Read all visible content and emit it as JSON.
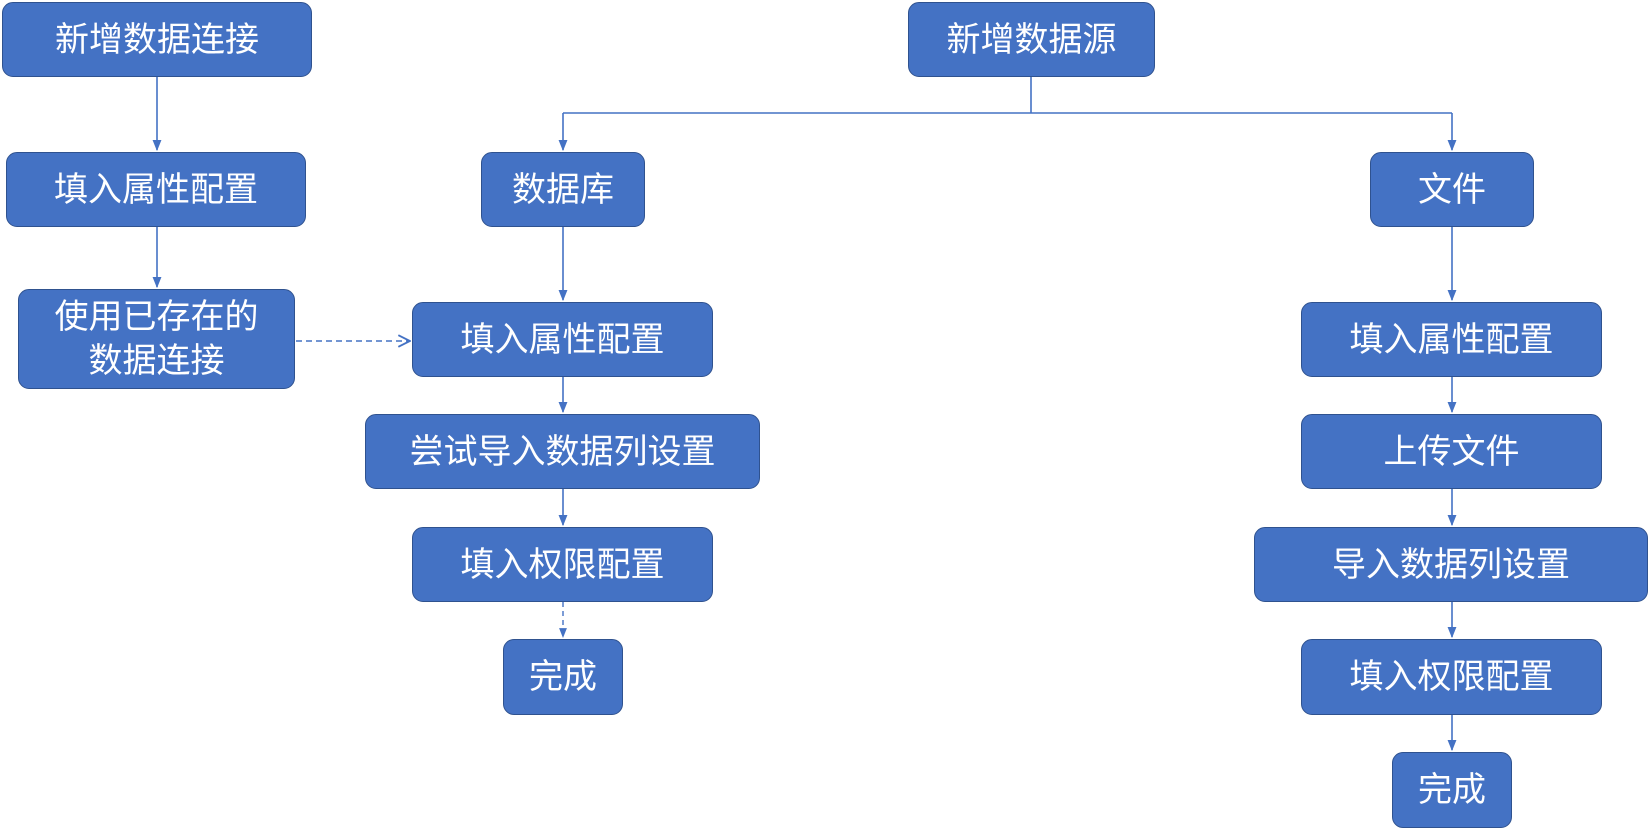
{
  "colors": {
    "node_fill": "#4472c4",
    "node_border": "#2f528f",
    "node_text": "#ffffff",
    "connector": "#4472c4"
  },
  "left_flow": {
    "new_connection": "新增数据连接",
    "fill_properties": "填入属性配置",
    "use_existing_line1": "使用已存在的",
    "use_existing_line2": "数据连接"
  },
  "root": {
    "new_datasource": "新增数据源"
  },
  "database_flow": {
    "database": "数据库",
    "fill_properties": "填入属性配置",
    "try_import_columns": "尝试导入数据列设置",
    "fill_permissions": "填入权限配置",
    "done": "完成"
  },
  "file_flow": {
    "file": "文件",
    "fill_properties": "填入属性配置",
    "upload_file": "上传文件",
    "import_columns": "导入数据列设置",
    "fill_permissions": "填入权限配置",
    "done": "完成"
  }
}
